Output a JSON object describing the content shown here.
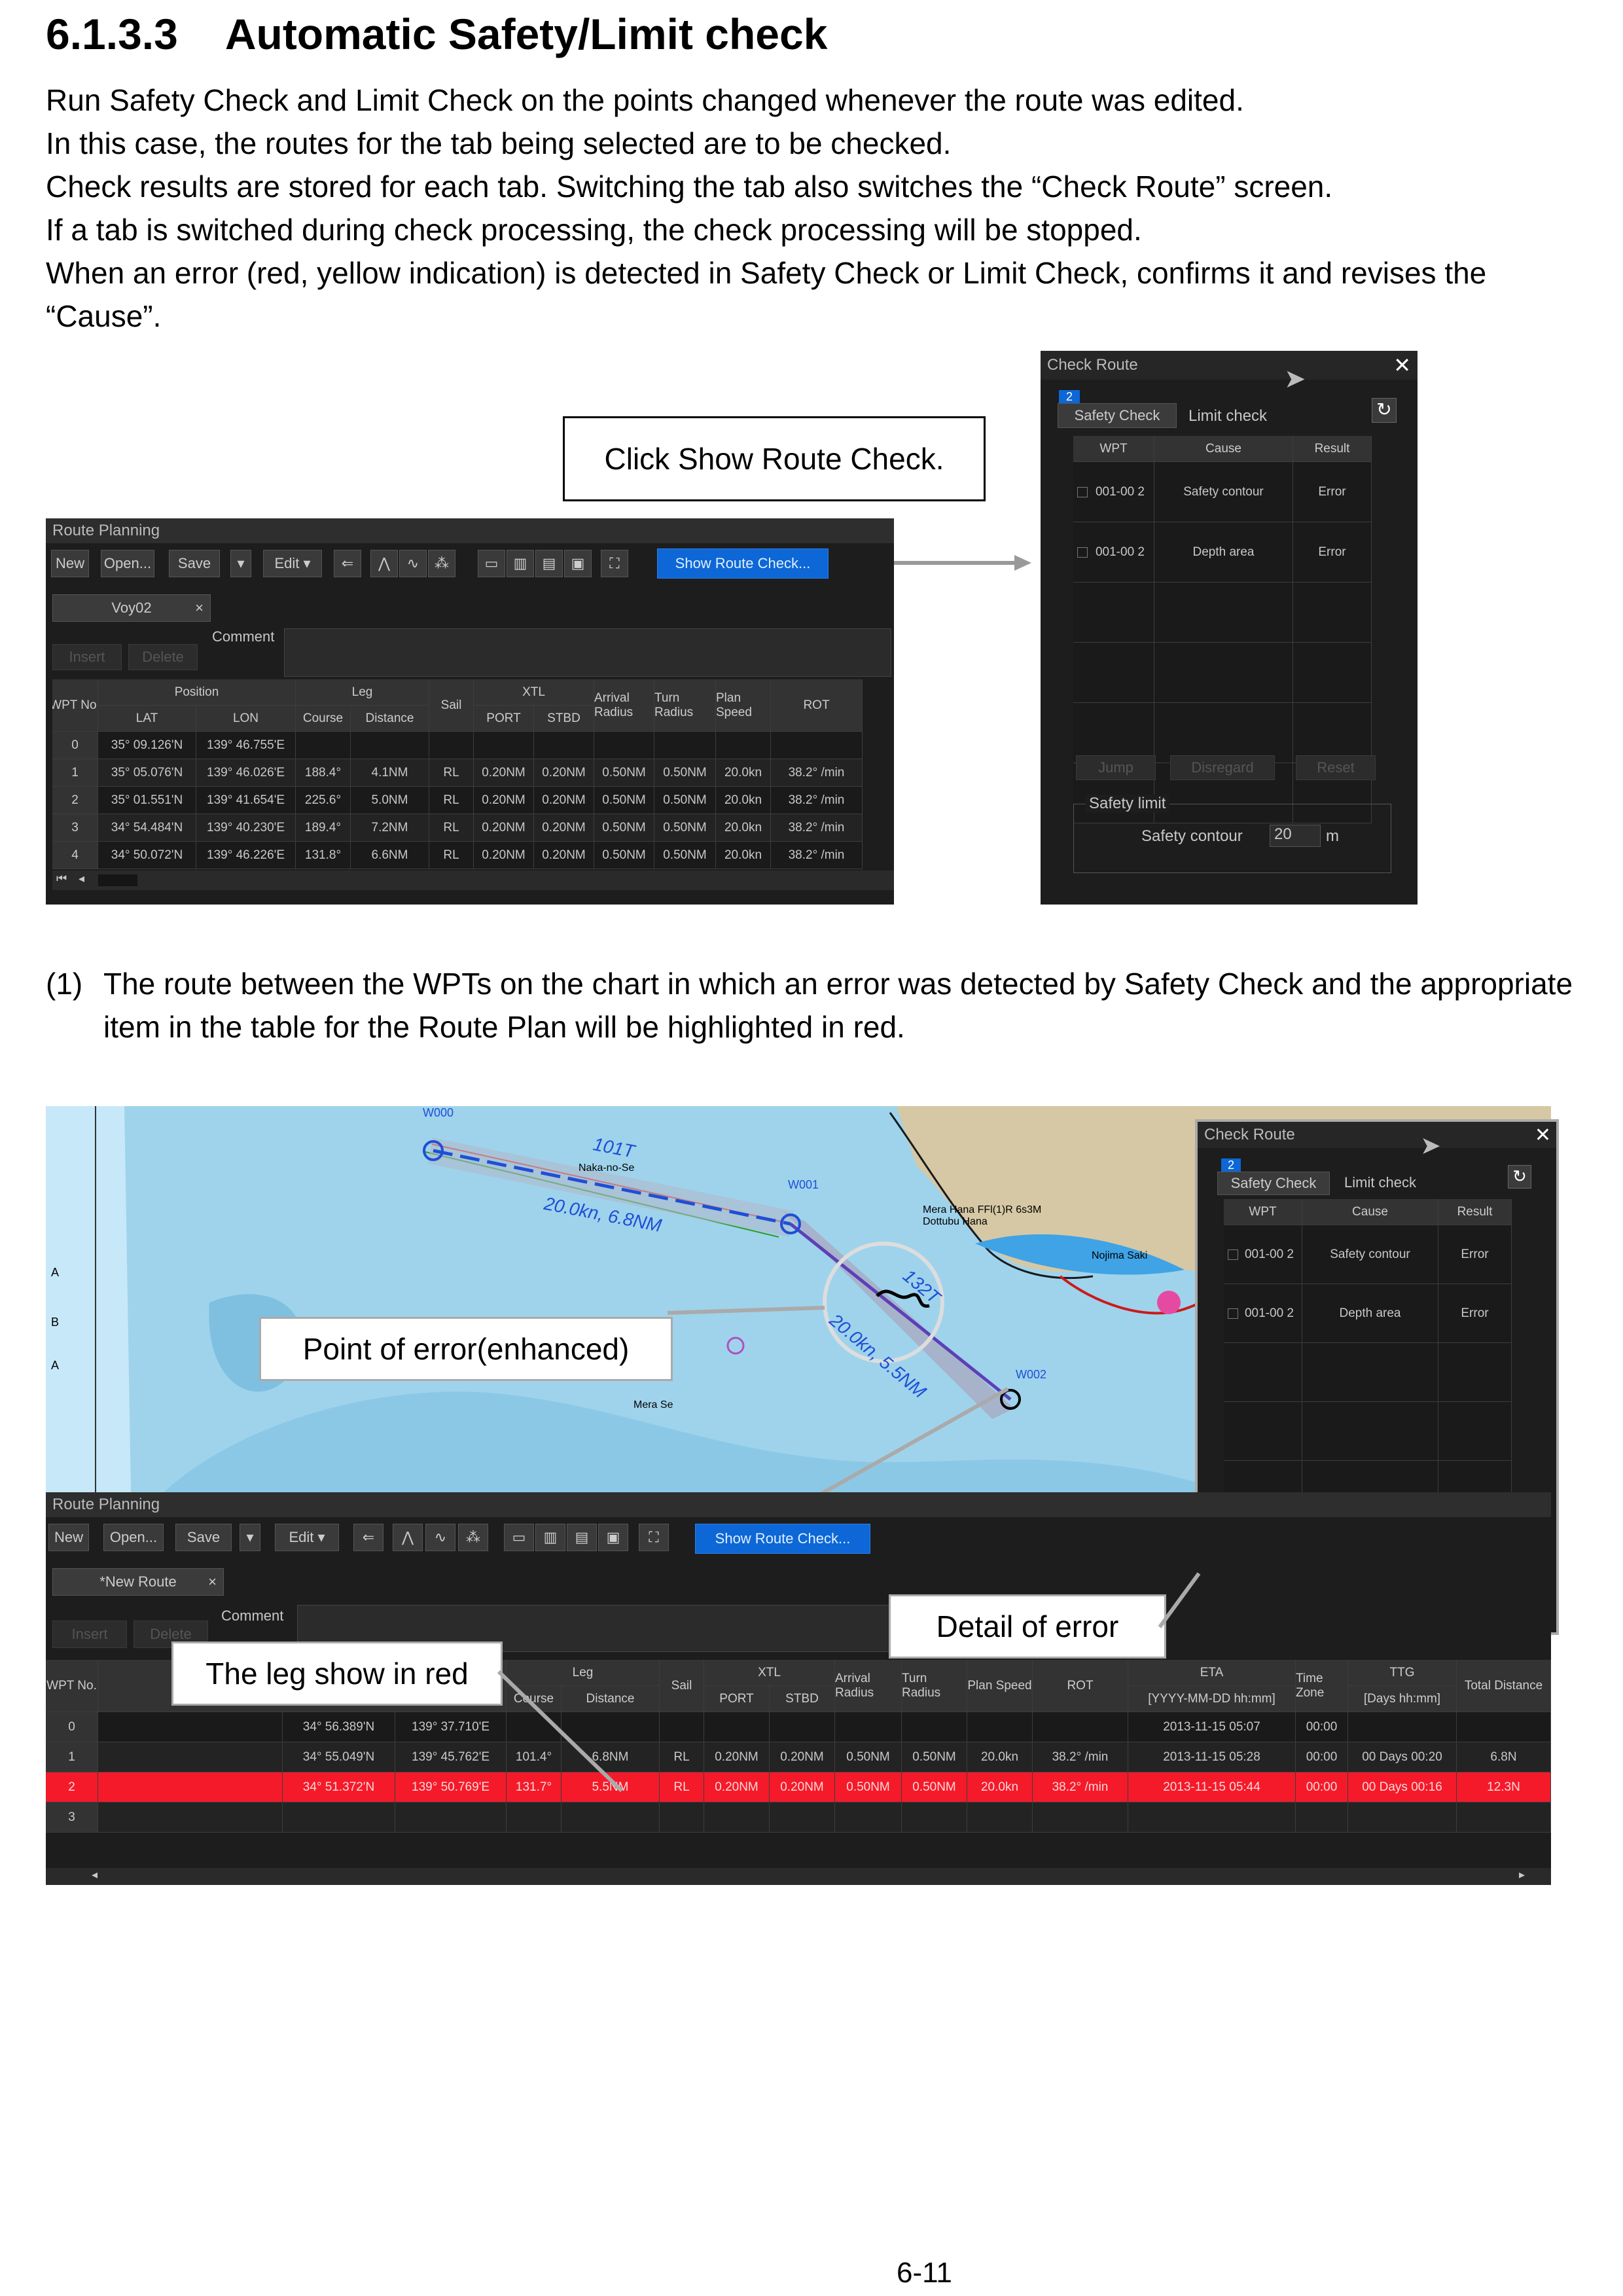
{
  "section": {
    "number": "6.1.3.3",
    "title": "Automatic Safety/Limit check"
  },
  "intro": [
    "Run Safety Check and Limit Check on the points changed whenever the route was edited.",
    "In this case, the routes for the tab being selected are to be checked.",
    "Check results are stored for each tab. Switching the tab also switches the “Check Route” screen.",
    "If a tab is switched during check processing, the check processing will be stopped.",
    "When an error (red, yellow indication) is detected in Safety Check or Limit Check, confirms it and revises the “Cause”."
  ],
  "callouts": {
    "show_route_check": "Click Show Route Check.",
    "point_of_error": "Point of error(enhanced)",
    "detail_of_error": "Detail of error",
    "leg_in_red": "The leg show in red"
  },
  "item1": {
    "num": "(1)",
    "text": "The route between the WPTs on the chart in which an error was detected by Safety Check and the appropriate item in the table for the Route Plan will be highlighted in red."
  },
  "page_number": "6-11",
  "toolbar": {
    "title": "Route Planning",
    "new": "New",
    "open": "Open...",
    "save": "Save",
    "edit": "Edit",
    "show_route_check": "Show Route Check...",
    "insert": "Insert",
    "delete": "Delete",
    "comment": "Comment"
  },
  "route1": {
    "tab": "Voy02",
    "headers": {
      "wpt": "WPT No.",
      "position": "Position",
      "lat": "LAT",
      "lon": "LON",
      "leg": "Leg",
      "course": "Course",
      "distance": "Distance",
      "sail": "Sail",
      "xtl": "XTL",
      "port": "PORT",
      "stbd": "STBD",
      "arrival": "Arrival Radius",
      "turn": "Turn Radius",
      "plan": "Plan Speed",
      "rot": "ROT"
    },
    "rows": [
      {
        "no": "0",
        "lat": "35° 09.126'N",
        "lon": "139° 46.755'E",
        "course": "",
        "distance": "",
        "sail": "",
        "port": "",
        "stbd": "",
        "arrival": "",
        "turn": "",
        "plan": "",
        "rot": ""
      },
      {
        "no": "1",
        "lat": "35° 05.076'N",
        "lon": "139° 46.026'E",
        "course": "188.4°",
        "distance": "4.1NM",
        "sail": "RL",
        "port": "0.20NM",
        "stbd": "0.20NM",
        "arrival": "0.50NM",
        "turn": "0.50NM",
        "plan": "20.0kn",
        "rot": "38.2° /min"
      },
      {
        "no": "2",
        "lat": "35° 01.551'N",
        "lon": "139° 41.654'E",
        "course": "225.6°",
        "distance": "5.0NM",
        "sail": "RL",
        "port": "0.20NM",
        "stbd": "0.20NM",
        "arrival": "0.50NM",
        "turn": "0.50NM",
        "plan": "20.0kn",
        "rot": "38.2° /min"
      },
      {
        "no": "3",
        "lat": "34° 54.484'N",
        "lon": "139° 40.230'E",
        "course": "189.4°",
        "distance": "7.2NM",
        "sail": "RL",
        "port": "0.20NM",
        "stbd": "0.20NM",
        "arrival": "0.50NM",
        "turn": "0.50NM",
        "plan": "20.0kn",
        "rot": "38.2° /min"
      },
      {
        "no": "4",
        "lat": "34° 50.072'N",
        "lon": "139° 46.226'E",
        "course": "131.8°",
        "distance": "6.6NM",
        "sail": "RL",
        "port": "0.20NM",
        "stbd": "0.20NM",
        "arrival": "0.50NM",
        "turn": "0.50NM",
        "plan": "20.0kn",
        "rot": "38.2° /min"
      }
    ]
  },
  "check_route": {
    "title": "Check Route",
    "tab_num": "2",
    "safety_tab": "Safety Check",
    "limit_tab": "Limit check",
    "headers": {
      "wpt": "WPT",
      "cause": "Cause",
      "result": "Result"
    },
    "rows": [
      {
        "wpt": "001-00 2",
        "cause": "Safety contour",
        "result": "Error"
      },
      {
        "wpt": "001-00 2",
        "cause": "Depth area",
        "result": "Error"
      }
    ],
    "jump": "Jump",
    "disregard": "Disregard",
    "reset": "Reset",
    "safety_limit": "Safety limit",
    "safety_contour_label": "Safety contour",
    "safety_contour_value": "20",
    "unit": "m"
  },
  "chart": {
    "w000": "W000",
    "w001": "W001",
    "w002": "W002",
    "course1": "101T",
    "speed1": "20.0kn, 6.8NM",
    "course2": "132T",
    "speed2": "20.0kn, 5.5NM",
    "place1": "Naka-no-Se",
    "place2": "Mera Hana FFl(1)R 6s3M Dottubu Hana",
    "place3": "Nojima Saki",
    "place4": "Mera Se",
    "side_labels": [
      "A",
      "B",
      "A"
    ]
  },
  "route2": {
    "tab": "*New Route",
    "headers": {
      "wpt": "WPT No.",
      "leg": "Leg",
      "course": "Course",
      "distance": "Distance",
      "sail": "Sail",
      "xtl": "XTL",
      "port": "PORT",
      "stbd": "STBD",
      "arrival": "Arrival Radius",
      "turn": "Turn Radius",
      "plan": "Plan Speed",
      "rot": "ROT",
      "eta": "ETA",
      "eta_fmt": "[YYYY-MM-DD hh:mm]",
      "tz": "Time Zone",
      "ttg": "TTG",
      "ttg_fmt": "[Days hh:mm]",
      "total": "Total Distance"
    },
    "rows": [
      {
        "no": "0",
        "lat": "34° 56.389'N",
        "lon": "139° 37.710'E",
        "course": "",
        "distance": "",
        "sail": "",
        "port": "",
        "stbd": "",
        "arrival": "",
        "turn": "",
        "plan": "",
        "rot": "",
        "eta": "2013-11-15 05:07",
        "tz": "00:00",
        "ttg": "",
        "total": ""
      },
      {
        "no": "1",
        "lat": "34° 55.049'N",
        "lon": "139° 45.762'E",
        "course": "101.4°",
        "distance": "6.8NM",
        "sail": "RL",
        "port": "0.20NM",
        "stbd": "0.20NM",
        "arrival": "0.50NM",
        "turn": "0.50NM",
        "plan": "20.0kn",
        "rot": "38.2° /min",
        "eta": "2013-11-15 05:28",
        "tz": "00:00",
        "ttg": "00 Days 00:20",
        "total": "6.8N"
      },
      {
        "no": "2",
        "lat": "34° 51.372'N",
        "lon": "139° 50.769'E",
        "course": "131.7°",
        "distance": "5.5NM",
        "sail": "RL",
        "port": "0.20NM",
        "stbd": "0.20NM",
        "arrival": "0.50NM",
        "turn": "0.50NM",
        "plan": "20.0kn",
        "rot": "38.2° /min",
        "eta": "2013-11-15 05:44",
        "tz": "00:00",
        "ttg": "00 Days 00:16",
        "total": "12.3N"
      },
      {
        "no": "3",
        "lat": "",
        "lon": "",
        "course": "",
        "distance": "",
        "sail": "",
        "port": "",
        "stbd": "",
        "arrival": "",
        "turn": "",
        "plan": "",
        "rot": "",
        "eta": "",
        "tz": "",
        "ttg": "",
        "total": ""
      }
    ]
  },
  "colors": {
    "error_row": "#f41a2a",
    "button_blue": "#0d67d6",
    "sea": "#9fd3ec",
    "land": "#d6c8a4",
    "shallow": "#3fa3e6"
  }
}
